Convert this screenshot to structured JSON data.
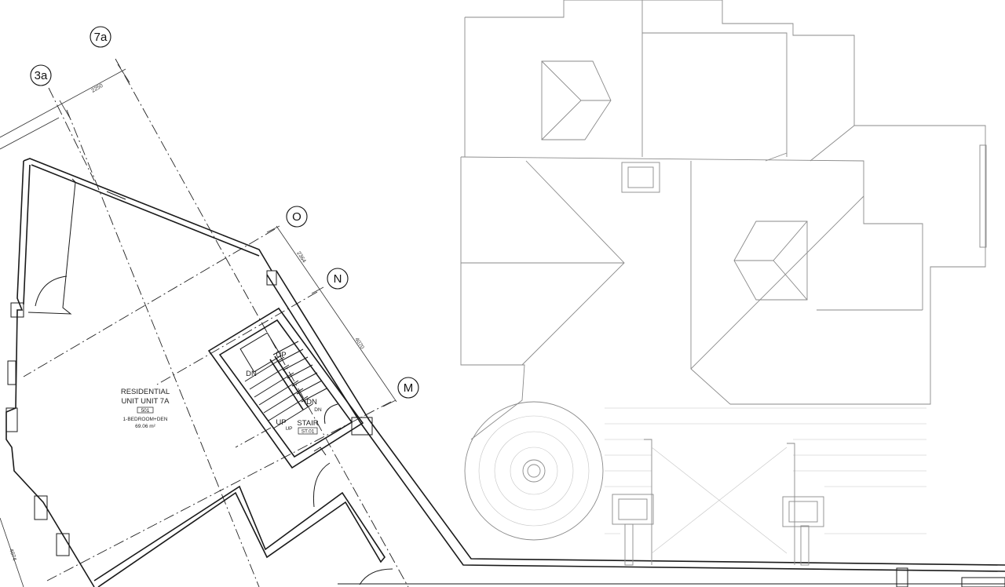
{
  "grid_bubbles": [
    {
      "id": "7a",
      "label": "7a"
    },
    {
      "id": "3a",
      "label": "3a"
    },
    {
      "id": "O",
      "label": "O"
    },
    {
      "id": "N",
      "label": "N"
    },
    {
      "id": "M",
      "label": "M"
    }
  ],
  "dimensions": {
    "top_span": "2250",
    "o_to_n": "2364",
    "n_to_m": "4070",
    "bottom_left": "4074"
  },
  "unit": {
    "title_line1": "RESIDENTIAL",
    "title_line2": "UNIT UNIT 7A",
    "tag": "501",
    "type": "1-BEDROOM+DEN",
    "area": "69.06 m²"
  },
  "stair": {
    "title": "STAIR",
    "tag": "ST.01",
    "labels": [
      "DN",
      "UP",
      "DN",
      "UP",
      "UP",
      "DN"
    ]
  }
}
